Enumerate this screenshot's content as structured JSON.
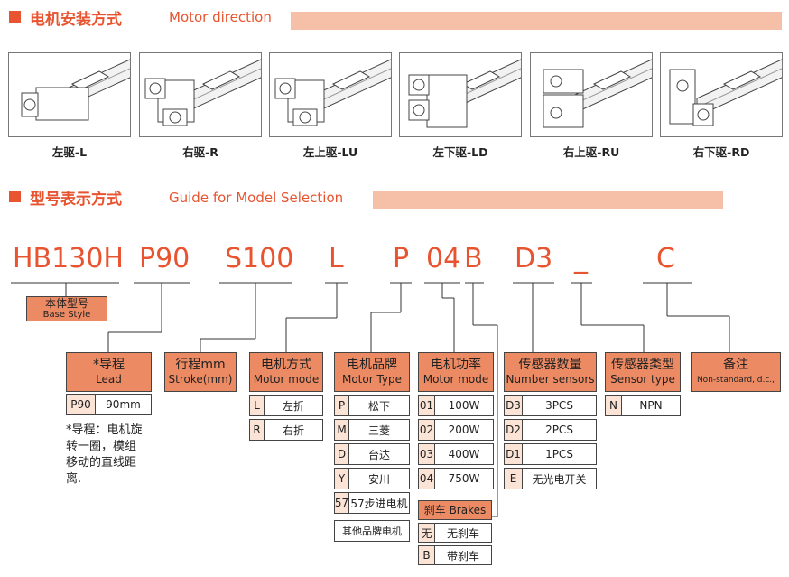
{
  "section1": {
    "title_cn": "电机安装方式",
    "title_en": "Motor direction"
  },
  "thumbnails": [
    {
      "label": "左驱-L"
    },
    {
      "label": "右驱-R"
    },
    {
      "label": "左上驱-LU"
    },
    {
      "label": "左下驱-LD"
    },
    {
      "label": "右上驱-RU"
    },
    {
      "label": "右下驱-RD"
    }
  ],
  "section2": {
    "title_cn": "型号表示方式",
    "title_en": "Guide for Model Selection"
  },
  "codes": [
    "HB130H",
    "P90",
    "S100",
    "L",
    "P",
    "04",
    "B",
    "D3",
    "_",
    "C"
  ],
  "base_style": {
    "cn": "本体型号",
    "en": "Base Style"
  },
  "lead": {
    "cn": "*导程",
    "en": "Lead",
    "options": [
      {
        "k": "P90",
        "v": "90mm"
      }
    ],
    "note": [
      "*导程：电机旋",
      "转一圈，模组",
      "移动的直线距",
      "离."
    ]
  },
  "stroke": {
    "cn": "行程mm",
    "en": "Stroke(mm)"
  },
  "motor_mode": {
    "cn": "电机方式",
    "en": "Motor mode",
    "options": [
      {
        "k": "L",
        "v": "左折"
      },
      {
        "k": "R",
        "v": "右折"
      }
    ]
  },
  "motor_brand": {
    "cn": "电机品牌",
    "en": "Motor Type",
    "options": [
      {
        "k": "P",
        "v": "松下"
      },
      {
        "k": "M",
        "v": "三菱"
      },
      {
        "k": "D",
        "v": "台达"
      },
      {
        "k": "Y",
        "v": "安川"
      },
      {
        "k": "57",
        "v": "57步进电机"
      }
    ],
    "other": "其他品牌电机"
  },
  "motor_power": {
    "cn": "电机功率",
    "en": "Motor mode",
    "options": [
      {
        "k": "01",
        "v": "100W"
      },
      {
        "k": "02",
        "v": "200W"
      },
      {
        "k": "03",
        "v": "400W"
      },
      {
        "k": "04",
        "v": "750W"
      }
    ]
  },
  "brakes": {
    "title": "刹车 Brakes",
    "options": [
      {
        "k": "无",
        "v": "无刹车"
      },
      {
        "k": "B",
        "v": "带刹车"
      }
    ]
  },
  "sensors": {
    "cn": "传感器数量",
    "en": "Number sensors",
    "options": [
      {
        "k": "D3",
        "v": "3PCS"
      },
      {
        "k": "D2",
        "v": "2PCS"
      },
      {
        "k": "D1",
        "v": "1PCS"
      },
      {
        "k": "E",
        "v": "无光电开关"
      }
    ]
  },
  "sensor_type": {
    "cn": "传感器类型",
    "en": "Sensor type",
    "options": [
      {
        "k": "N",
        "v": "NPN"
      }
    ]
  },
  "remark": {
    "cn": "备注",
    "en": "Non-standard, d.c.,"
  },
  "colors": {
    "accent": "#e8542f",
    "header_fill": "#ec8a63",
    "bar": "#f6c0a8",
    "key_fill": "#fbe3d6"
  }
}
